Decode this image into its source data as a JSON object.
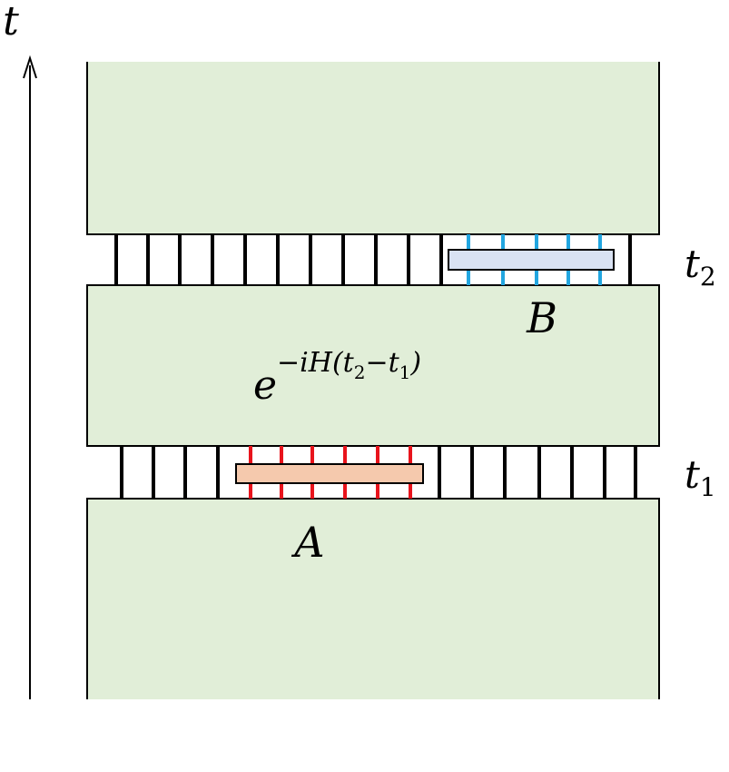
{
  "labels": {
    "time_axis": "t",
    "time_t1": "t",
    "time_t1_sub": "1",
    "time_t2": "t",
    "time_t2_sub": "2",
    "operator_A": "A",
    "operator_B": "B"
  },
  "evolution": {
    "base": "e",
    "exp_prefix": "−iH(t",
    "exp_sub2": "2",
    "exp_mid": "−t",
    "exp_sub1": "1",
    "exp_suffix": ")"
  },
  "colors": {
    "block_fill": "#e1eed8",
    "operator_A_fill": "#f5c9ad",
    "operator_A_legs": "#e8141c",
    "operator_B_fill": "#d9e2f3",
    "operator_B_legs": "#22a6e0",
    "wire": "#000000"
  }
}
